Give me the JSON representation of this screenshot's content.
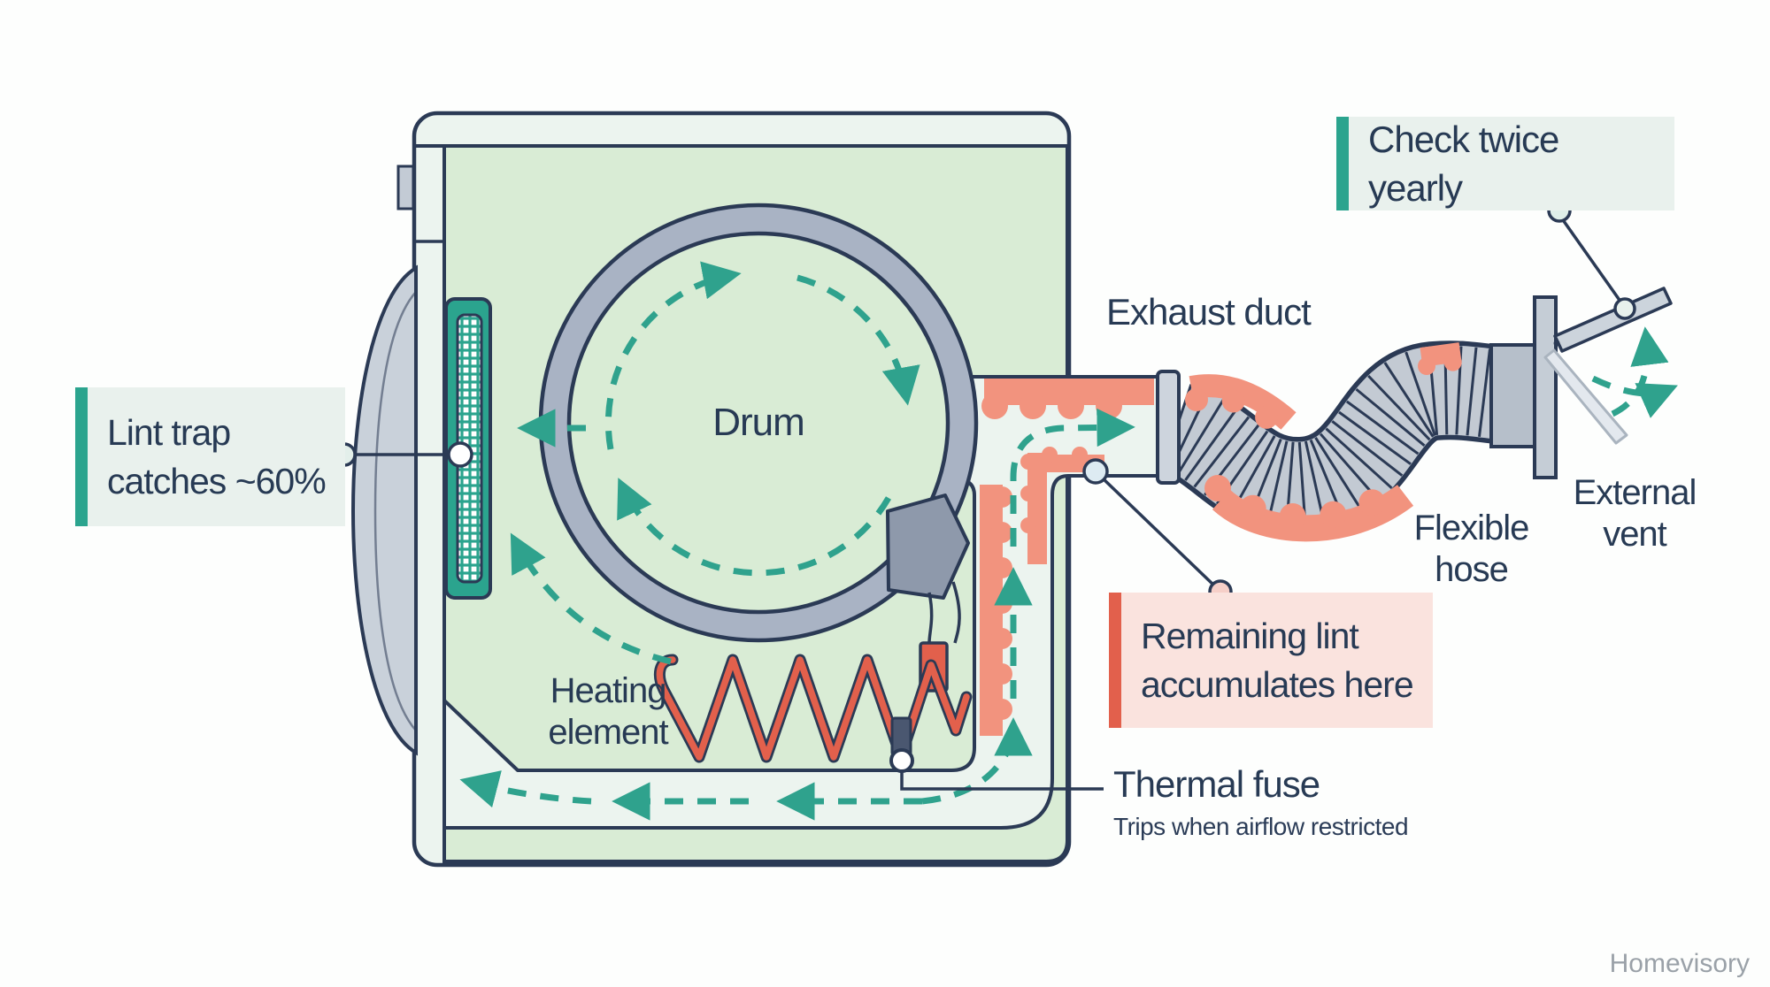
{
  "callouts": {
    "lint_trap": {
      "line1": "Lint trap",
      "line2": "catches ~60%"
    },
    "check_vent": {
      "text": "Check twice yearly"
    },
    "remaining_lint": {
      "line1": "Remaining lint",
      "line2": "accumulates here"
    }
  },
  "labels": {
    "drum": "Drum",
    "heating_line1": "Heating",
    "heating_line2": "element",
    "exhaust_duct": "Exhaust duct",
    "flexible_line1": "Flexible",
    "flexible_line2": "hose",
    "external_line1": "External",
    "external_line2": "vent",
    "thermal_fuse_title": "Thermal fuse",
    "thermal_fuse_subtitle": "Trips when airflow restricted"
  },
  "watermark": "Homevisory",
  "colors": {
    "navy": "#2B3A55",
    "teal_arrow": "#2FA28D",
    "teal_bar": "#2BA48E",
    "teal_box_bg": "#E9F1ED",
    "red_bar": "#E2604C",
    "red_box_bg": "#FAE3DE",
    "panel_green": "#D9ECD5",
    "shell": "#ECF4EF",
    "drum_gray": "#A9B3C4",
    "lint_salmon": "#F2937E",
    "hose_gray": "#C3CAD3",
    "watermark_gray": "#9AA1A8"
  }
}
